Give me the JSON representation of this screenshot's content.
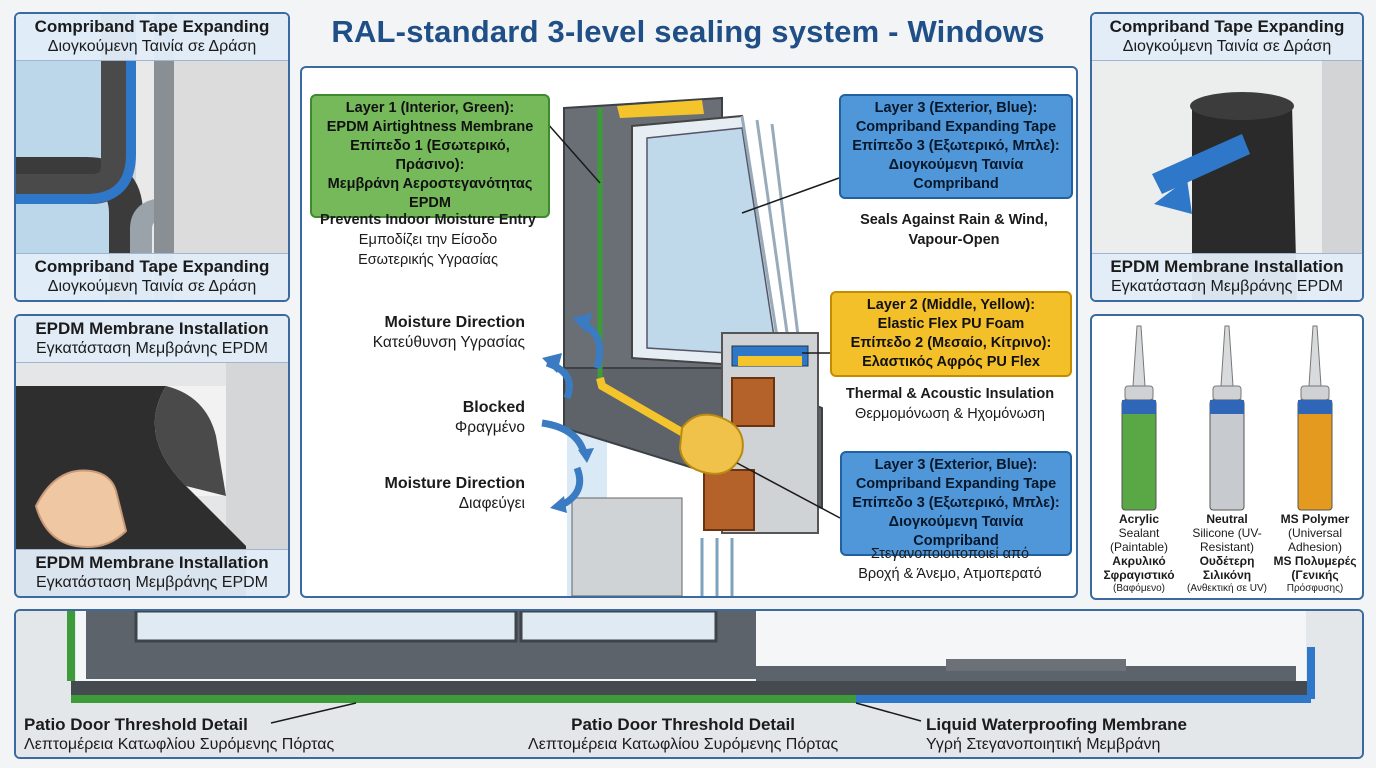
{
  "title": "RAL-standard 3-level sealing system - Windows",
  "panels": {
    "top_left": {
      "top_en": "Compriband Tape Expanding",
      "top_gr": "Διογκούμενη Ταινία σε Δράση",
      "bottom_en": "Compriband Tape Expanding",
      "bottom_gr": "Διογκούμενη Ταινία σε Δράση"
    },
    "mid_left": {
      "top_en": "EPDM Membrane Installation",
      "top_gr": "Εγκατάσταση Μεμβράνης EPDM",
      "bottom_en": "EPDM Membrane Installation",
      "bottom_gr": "Εγκατάσταση Μεμβράνης EPDM"
    },
    "top_right": {
      "top_en": "Compriband Tape Expanding",
      "top_gr": "Διογκούμενη Ταινία σε Δράση",
      "bottom_en": "EPDM Membrane Installation",
      "bottom_gr": "Εγκατάσταση Μεμβράνης EPDM"
    },
    "sealants": {
      "items": [
        {
          "l1": "Acrylic",
          "l2": "Sealant",
          "l3": "(Paintable)",
          "l4": "Ακρυλικό",
          "l5": "Σφραγιστικό",
          "l6": "(Βαφόμενο)",
          "color": "#5aa845"
        },
        {
          "l1": "Neutral",
          "l2": "Silicone",
          "l3": "(UV-Resistant)",
          "l4": "Ουδέτερη",
          "l5": "Σιλικόνη",
          "l6": "(Ανθεκτική σε UV)",
          "color": "#c7cbd0"
        },
        {
          "l1": "MS Polymer",
          "l2": "(Universal",
          "l3": "Adhesion)",
          "l4": "MS Πολυμερές",
          "l5": "(Γενικής",
          "l6": "Πρόσφυσης)",
          "color": "#e39a1f"
        }
      ]
    }
  },
  "layers": {
    "layer1": {
      "lines": [
        "Layer 1 (Interior, Green):",
        "EPDM Airtightness Membrane",
        "Επίπεδο 1 (Εσωτερικό, Πράσινο):",
        "Μεμβράνη Αεροστεγανότητας",
        "EPDM"
      ],
      "desc_en": "Prevents Indoor Moisture Entry",
      "desc_gr1": "Εμποδίζει την Είσοδο",
      "desc_gr2": "Εσωτερικής Υγρασίας",
      "color": "#76b95b"
    },
    "layer3_top": {
      "lines": [
        "Layer 3 (Exterior, Blue):",
        "Compriband Expanding Tape",
        "Επίπεδο 3 (Εξωτερικό, Μπλε):",
        "Διογκούμενη Ταινία",
        "Compriband"
      ],
      "desc_en1": "Seals Against  Rain & Wind,",
      "desc_en2": "Vapour-Open",
      "color": "#4f97d8"
    },
    "layer2": {
      "lines": [
        "Layer 2 (Middle, Yellow):",
        "Elastic Flex PU Foam",
        "Επίπεδο 2 (Μεσαίο, Κίτρινο):",
        "Ελαστικός Αφρός PU Flex"
      ],
      "desc_en": "Thermal & Acoustic Insulation",
      "desc_gr": "Θερμομόνωση & Ηχομόνωση",
      "color": "#f4c02a"
    },
    "layer3_bottom": {
      "lines": [
        "Layer 3 (Exterior, Blue):",
        "Compriband Expanding Tape",
        "Επίπεδο 3 (Εξωτερικό, Μπλε):",
        "Διογκούμενη Ταινία Compriband"
      ],
      "desc_gr1": "Στεγανοποιοιτοποιεί από",
      "desc_gr2": "Βροχή & Άνεμο, Ατμοπερατό",
      "color": "#4f97d8"
    }
  },
  "arrows": {
    "moisture1_en": "Moisture Direction",
    "moisture1_gr": "Κατεύθυνση Υγρασίας",
    "blocked_en": "Blocked",
    "blocked_gr": "Φραγμένο",
    "moisture2_en": "Moisture Direction",
    "moisture2_gr": "Διαφεύγει"
  },
  "threshold": {
    "left_en": "Patio Door Threshold Detail",
    "left_gr": "Λεπτομέρεια Κατωφλίου Συρόμενης Πόρτας",
    "mid_en": "Patio Door Threshold Detail",
    "mid_gr": "Λεπτομέρεια Κατωφλίου Συρόμενης Πόρτας",
    "right_en": "Liquid Waterproofing Membrane",
    "right_gr": "Υγρή Στεγανοποιητική Μεμβράνη"
  }
}
